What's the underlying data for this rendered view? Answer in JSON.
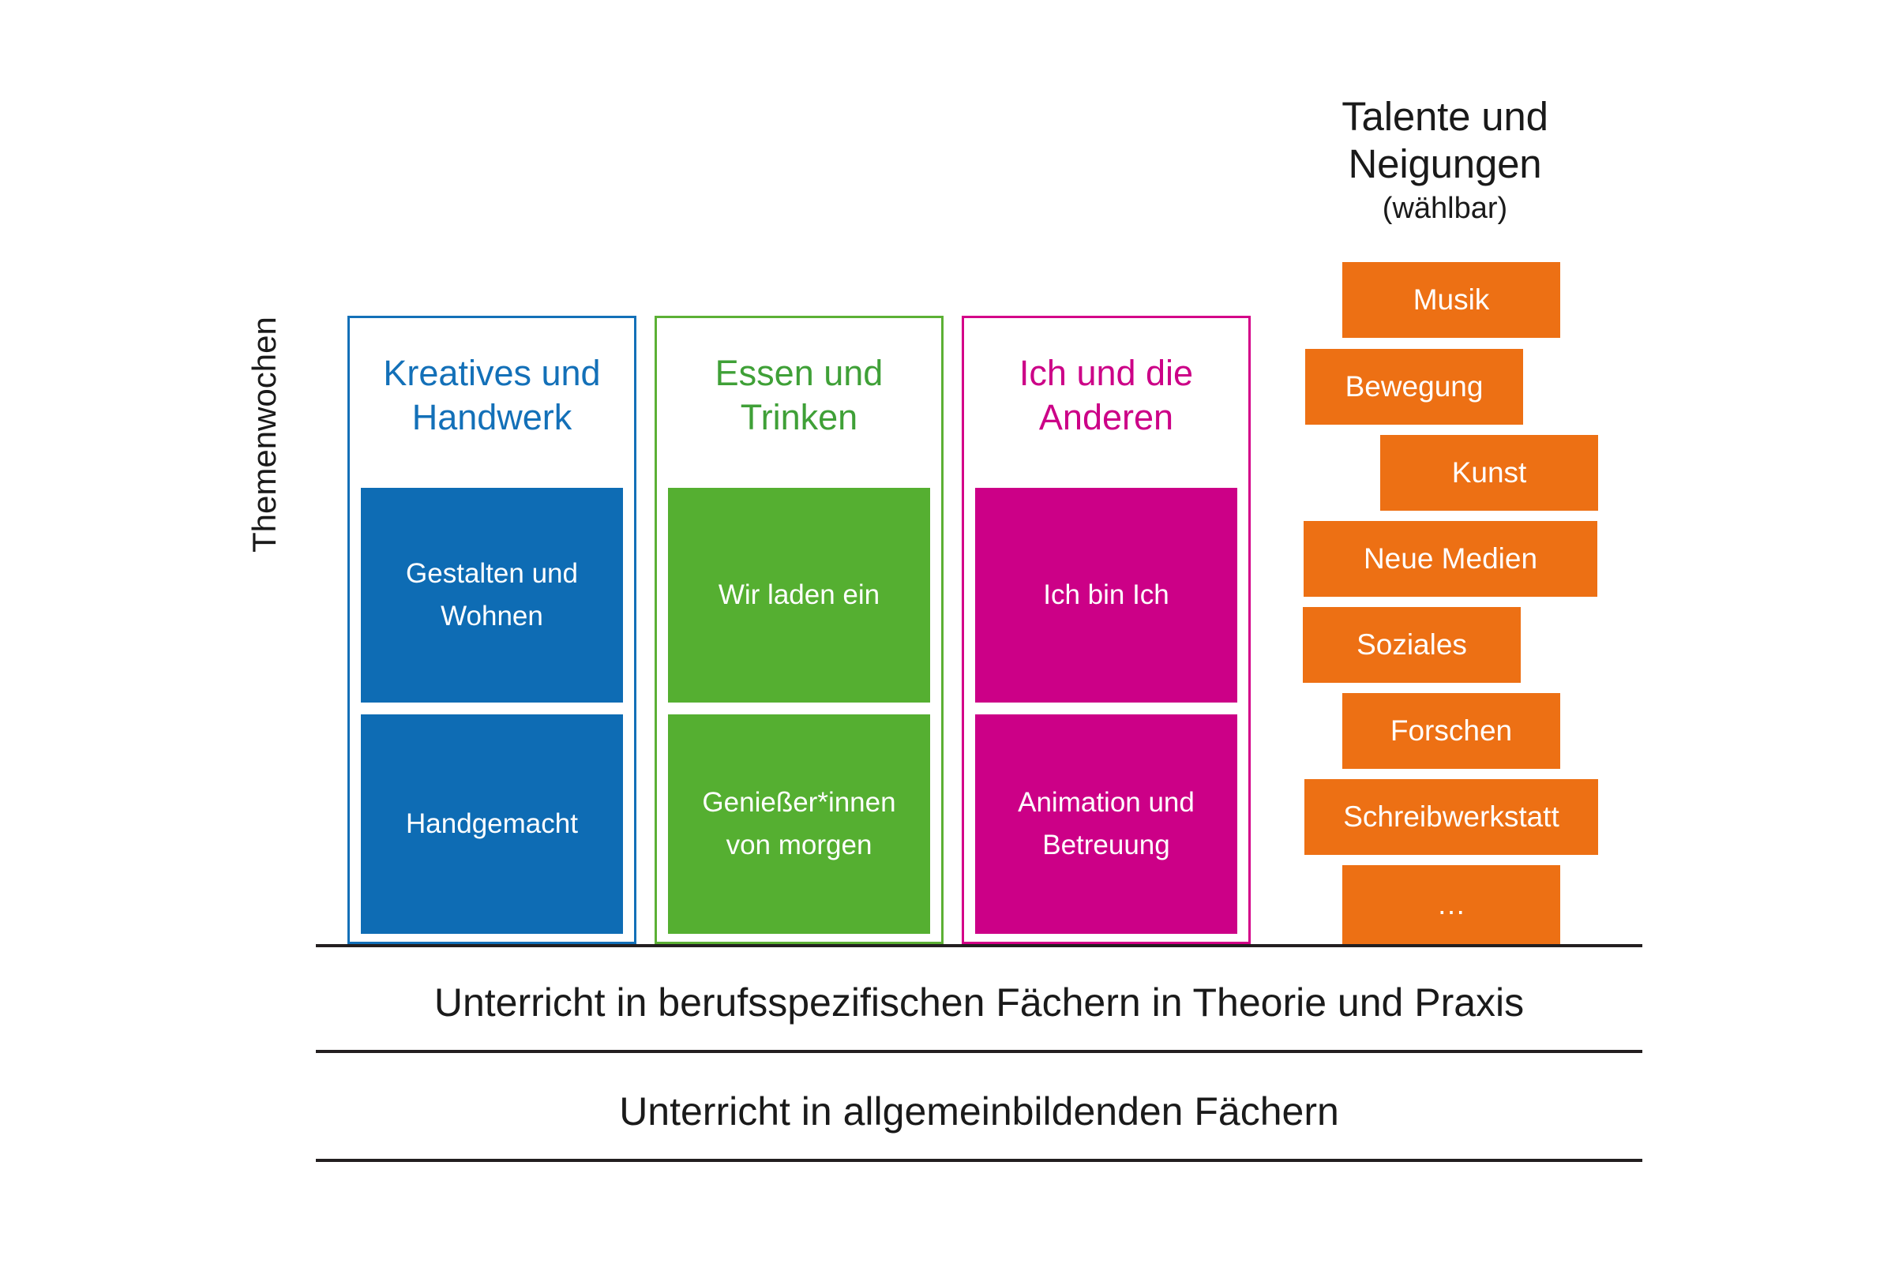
{
  "axis": {
    "vertical_label": "Themenwochen"
  },
  "talente": {
    "heading_line1": "Talente und",
    "heading_line2": "Neigungen",
    "subtitle": "(wählbar)",
    "boxes": [
      {
        "label": "Musik"
      },
      {
        "label": "Bewegung"
      },
      {
        "label": "Kunst"
      },
      {
        "label": "Neue Medien"
      },
      {
        "label": "Soziales"
      },
      {
        "label": "Forschen"
      },
      {
        "label": "Schreibwerkstatt"
      },
      {
        "label": "…"
      }
    ]
  },
  "columns": [
    {
      "title_line1": "Kreatives und",
      "title_line2": "Handwerk",
      "cell_top_line1": "Gestalten und",
      "cell_top_line2": "Wohnen",
      "cell_bottom_line1": "Handgemacht",
      "cell_bottom_line2": "",
      "color": "#0E6CB4"
    },
    {
      "title_line1": "Essen und",
      "title_line2": "Trinken",
      "cell_top_line1": "Wir laden ein",
      "cell_top_line2": "",
      "cell_bottom_line1": "Genießer*innen",
      "cell_bottom_line2": "von morgen",
      "color": "#55AF31"
    },
    {
      "title_line1": "Ich und die",
      "title_line2": "Anderen",
      "cell_top_line1": "Ich bin Ich",
      "cell_top_line2": "",
      "cell_bottom_line1": "Animation und",
      "cell_bottom_line2": "Betreuung",
      "color": "#CC0087"
    }
  ],
  "bands": [
    {
      "text": "Unterricht in berufsspezifischen Fächern in Theorie und Praxis"
    },
    {
      "text": "Unterricht in allgemeinbildenden Fächern"
    }
  ],
  "palette": {
    "blue": "#0E6CB4",
    "green": "#55AF31",
    "magenta": "#CC0087",
    "orange": "#ED7014",
    "text": "#1A1A1A"
  }
}
